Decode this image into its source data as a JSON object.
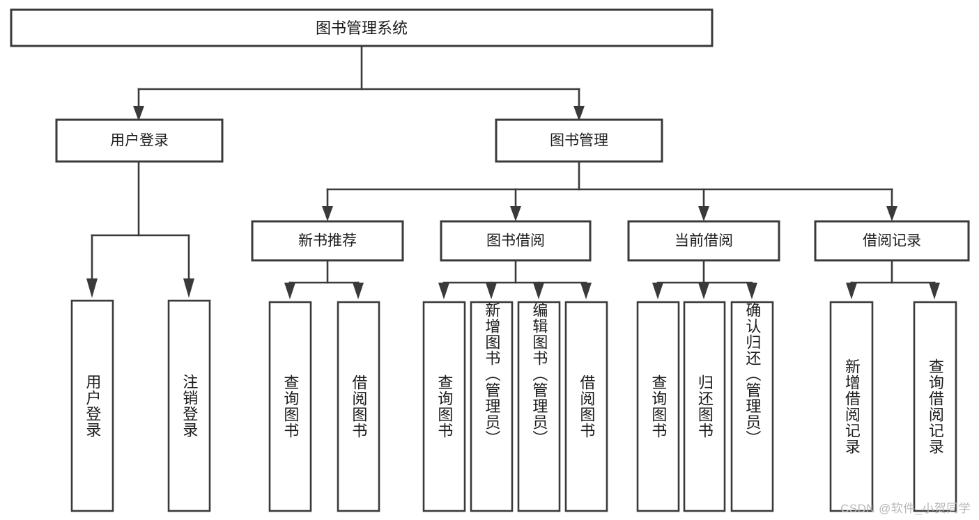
{
  "diagram": {
    "type": "tree-hierarchy",
    "title_node": {
      "id": "root",
      "label": "图书管理系统"
    },
    "level2": [
      {
        "id": "user-login",
        "label": "用户登录"
      },
      {
        "id": "book-manage",
        "label": "图书管理"
      }
    ],
    "level3": [
      {
        "id": "new-book-recommend",
        "label": "新书推荐",
        "parent": "book-manage"
      },
      {
        "id": "book-borrow",
        "label": "图书借阅",
        "parent": "book-manage"
      },
      {
        "id": "current-borrow",
        "label": "当前借阅",
        "parent": "book-manage"
      },
      {
        "id": "borrow-record",
        "label": "借阅记录",
        "parent": "book-manage"
      }
    ],
    "leaves": [
      {
        "id": "leaf-user-login",
        "label": "用户登录",
        "parent": "user-login"
      },
      {
        "id": "leaf-logout",
        "label": "注销登录",
        "parent": "user-login"
      },
      {
        "id": "leaf-query-book-1",
        "label": "查询图书",
        "parent": "new-book-recommend"
      },
      {
        "id": "leaf-borrow-book-1",
        "label": "借阅图书",
        "parent": "new-book-recommend"
      },
      {
        "id": "leaf-query-book-2",
        "label": "查询图书",
        "parent": "book-borrow"
      },
      {
        "id": "leaf-add-book",
        "label": "新增图书（管理员）",
        "parent": "book-borrow"
      },
      {
        "id": "leaf-edit-book",
        "label": "编辑图书（管理员）",
        "parent": "book-borrow"
      },
      {
        "id": "leaf-borrow-book-2",
        "label": "借阅图书",
        "parent": "book-borrow"
      },
      {
        "id": "leaf-query-book-3",
        "label": "查询图书",
        "parent": "current-borrow"
      },
      {
        "id": "leaf-return-book",
        "label": "归还图书",
        "parent": "current-borrow"
      },
      {
        "id": "leaf-confirm-return",
        "label": "确认归还（管理员）",
        "parent": "current-borrow"
      },
      {
        "id": "leaf-add-record",
        "label": "新增借阅记录",
        "parent": "borrow-record"
      },
      {
        "id": "leaf-query-record",
        "label": "查询借阅记录",
        "parent": "borrow-record"
      }
    ],
    "colors": {
      "stroke": "#3a3a3a",
      "fill": "#ffffff",
      "text": "#1c1c1c",
      "watermark": "#b9b9b9"
    }
  },
  "watermark": {
    "text": "CSDN @软件_小贺同学"
  }
}
